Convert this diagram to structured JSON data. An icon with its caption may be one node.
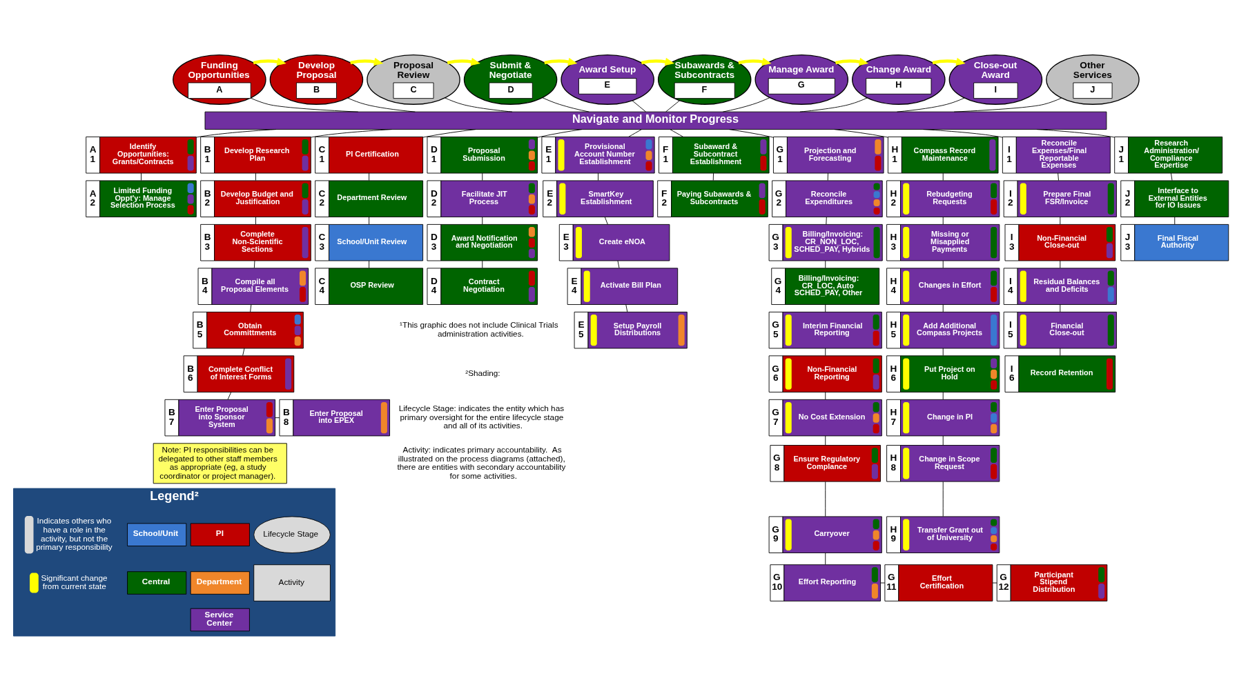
{
  "diagram": {
    "nodes": [
      {
        "text": [
          "Funding Opportunities",
          "A"
        ]
      },
      {
        "text": [
          "Develop Proposal",
          "B"
        ]
      },
      {
        "text": [
          "Proposal Review",
          "C"
        ]
      },
      {
        "text": [
          "Submit & Negotiate",
          "D"
        ]
      },
      {
        "text": [
          "Award Setup",
          "E"
        ]
      },
      {
        "text": [
          "Subawards & Subcontracts",
          "F"
        ]
      },
      {
        "text": [
          "Manage Award",
          "G"
        ]
      },
      {
        "text": [
          "Change Award",
          "H"
        ]
      },
      {
        "text": [
          "Close-out Award",
          "I"
        ]
      },
      {
        "text": [
          "Other Services",
          "J"
        ]
      },
      {
        "text": [
          "Navigate and Monitor Progress"
        ]
      },
      {
        "text": [
          "A 1",
          "Identify Opportunities: Grants/Contracts"
        ]
      },
      {
        "text": [
          "A 2",
          "Limited Funding Oppt'y: Manage Selection Process"
        ]
      },
      {
        "text": [
          "B 1",
          "Develop Research Plan"
        ]
      },
      {
        "text": [
          "B 2",
          "Develop Budget and Justification"
        ]
      },
      {
        "text": [
          "B 3",
          "Complete Non-Scientific Sections"
        ]
      },
      {
        "text": [
          "B 4",
          "Compile all Proposal Elements"
        ]
      },
      {
        "text": [
          "B 5",
          "Obtain Committments"
        ]
      },
      {
        "text": [
          "B 6",
          "Complete Conflict of Interest Forms"
        ]
      },
      {
        "text": [
          "B 7",
          "Enter Proposal into Sponsor System"
        ]
      },
      {
        "text": [
          "B 8",
          "Enter Proposal into EPEX"
        ]
      },
      {
        "text": [
          "C 1",
          "PI Certification"
        ]
      },
      {
        "text": [
          "C 2",
          "Department Review"
        ]
      },
      {
        "text": [
          "C 3",
          "School/Unit Review"
        ]
      },
      {
        "text": [
          "C 4",
          "OSP Review"
        ]
      },
      {
        "text": [
          "D 1",
          "Proposal Submission"
        ]
      },
      {
        "text": [
          "D 2",
          "Facilitate JIT Process"
        ]
      },
      {
        "text": [
          "D 3",
          "Award Notification and Negotiation"
        ]
      },
      {
        "text": [
          "D 4",
          "Contract Negotiation"
        ]
      },
      {
        "text": [
          "E 1",
          "Provisional Account Number Establishment"
        ]
      },
      {
        "text": [
          "E 2",
          "SmartKey Establishment"
        ]
      },
      {
        "text": [
          "E 3",
          "Create eNOA"
        ]
      },
      {
        "text": [
          "E 4",
          "Activate Bill Plan"
        ]
      },
      {
        "text": [
          "E 5",
          "Setup Payroll Distributions"
        ]
      },
      {
        "text": [
          "F 1",
          "Subaward & Subcontract Establishment"
        ]
      },
      {
        "text": [
          "F 2",
          "Paying Subawards & Subcontracts"
        ]
      },
      {
        "text": [
          "G 1",
          "Projection and Forecasting"
        ]
      },
      {
        "text": [
          "G 2",
          "Reconcile Expenditures"
        ]
      },
      {
        "text": [
          "G 3",
          "Billing/Invoicing: CR_NON_LOC, SCHED_PAY, Hybrids"
        ]
      },
      {
        "text": [
          "G 4",
          "Billing/Invoicing: CR_LOC, Auto SCHED_PAY, Other"
        ]
      },
      {
        "text": [
          "G 5",
          "Interim Financial Reporting"
        ]
      },
      {
        "text": [
          "G 6",
          "Non-Financial Reporting"
        ]
      },
      {
        "text": [
          "G 7",
          "No Cost Extension"
        ]
      },
      {
        "text": [
          "G 8",
          "Ensure Regulatory Complance"
        ]
      },
      {
        "text": [
          "G 9",
          "Carryover"
        ]
      },
      {
        "text": [
          "G 10",
          "Effort Reporting"
        ]
      },
      {
        "text": [
          "G 11",
          "Effort Certification"
        ]
      },
      {
        "text": [
          "G 12",
          "Participant Stipend Distribution"
        ]
      },
      {
        "text": [
          "H 1",
          "Compass Record Maintenance"
        ]
      },
      {
        "text": [
          "H 2",
          "Rebudgeting Requests"
        ]
      },
      {
        "text": [
          "H 3",
          "Missing or Misapplied Payments"
        ]
      },
      {
        "text": [
          "H 4",
          "Changes in Effort"
        ]
      },
      {
        "text": [
          "H 5",
          "Add Additional Compass Projects"
        ]
      },
      {
        "text": [
          "H 6",
          "Put Project on Hold"
        ]
      },
      {
        "text": [
          "H 7",
          "Change in PI"
        ]
      },
      {
        "text": [
          "H 8",
          "Change in Scope Request"
        ]
      },
      {
        "text": [
          "H 9",
          "Transfer Grant out of University"
        ]
      },
      {
        "text": [
          "I 1",
          "Reconcile Expenses/Final Reportable Expenses"
        ]
      },
      {
        "text": [
          "I 2",
          "Prepare Final FSR/Invoice"
        ]
      },
      {
        "text": [
          "I 3",
          "Non-Financial Close-out"
        ]
      },
      {
        "text": [
          "I 4",
          "Residual Balances and Deficits"
        ]
      },
      {
        "text": [
          "I 5",
          "Financial Close-out"
        ]
      },
      {
        "text": [
          "I 6",
          "Record Retention"
        ]
      },
      {
        "text": [
          "J 1",
          "Research Administration/ Compliance Expertise"
        ]
      },
      {
        "text": [
          "J 2",
          "Interface to External Entities for IO Issues"
        ]
      },
      {
        "text": [
          "J 3",
          "Final Fiscal Authority"
        ]
      },
      {
        "text": [
          "Legend²"
        ]
      }
    ],
    "edges": [
      {
        "from": 0,
        "to": 1,
        "arrow": "to",
        "style": "thick",
        "color": "#ffff00"
      },
      {
        "from": 1,
        "to": 2,
        "arrow": "to",
        "style": "thick",
        "color": "#ffff00"
      },
      {
        "from": 2,
        "to": 3,
        "arrow": "to",
        "style": "thick",
        "color": "#ffff00"
      },
      {
        "from": 3,
        "to": 4,
        "arrow": "to",
        "style": "thick",
        "color": "#ffff00"
      },
      {
        "from": 4,
        "to": 5,
        "arrow": "to",
        "style": "thick",
        "color": "#ffff00"
      },
      {
        "from": 5,
        "to": 6,
        "arrow": "to",
        "style": "thick",
        "color": "#ffff00"
      },
      {
        "from": 6,
        "to": 7,
        "arrow": "to",
        "style": "thick",
        "color": "#ffff00"
      },
      {
        "from": 7,
        "to": 8,
        "arrow": "to",
        "style": "thick",
        "color": "#ffff00"
      },
      {
        "from": 0,
        "to": 10,
        "arrow": "none"
      },
      {
        "from": 1,
        "to": 10,
        "arrow": "none"
      },
      {
        "from": 2,
        "to": 10,
        "arrow": "none"
      },
      {
        "from": 3,
        "to": 10,
        "arrow": "none"
      },
      {
        "from": 4,
        "to": 10,
        "arrow": "none"
      },
      {
        "from": 5,
        "to": 10,
        "arrow": "none"
      },
      {
        "from": 6,
        "to": 10,
        "arrow": "none"
      },
      {
        "from": 7,
        "to": 10,
        "arrow": "none"
      },
      {
        "from": 8,
        "to": 10,
        "arrow": "none"
      },
      {
        "from": 9,
        "to": 10,
        "arrow": "none"
      },
      {
        "from": 10,
        "to": 11,
        "arrow": "none"
      },
      {
        "from": 11,
        "to": 12,
        "arrow": "none"
      },
      {
        "from": 10,
        "to": 13,
        "arrow": "none"
      },
      {
        "from": 13,
        "to": 14,
        "arrow": "none"
      },
      {
        "from": 14,
        "to": 15,
        "arrow": "none"
      },
      {
        "from": 15,
        "to": 16,
        "arrow": "none"
      },
      {
        "from": 16,
        "to": 17,
        "arrow": "none"
      },
      {
        "from": 17,
        "to": 18,
        "arrow": "none"
      },
      {
        "from": 18,
        "to": 19,
        "arrow": "none"
      },
      {
        "from": 19,
        "to": 20,
        "arrow": "none"
      },
      {
        "from": 10,
        "to": 21,
        "arrow": "none"
      },
      {
        "from": 21,
        "to": 22,
        "arrow": "none"
      },
      {
        "from": 22,
        "to": 23,
        "arrow": "none"
      },
      {
        "from": 23,
        "to": 24,
        "arrow": "none"
      },
      {
        "from": 10,
        "to": 25,
        "arrow": "none"
      },
      {
        "from": 25,
        "to": 26,
        "arrow": "none"
      },
      {
        "from": 26,
        "to": 27,
        "arrow": "none"
      },
      {
        "from": 27,
        "to": 28,
        "arrow": "none"
      },
      {
        "from": 10,
        "to": 29,
        "arrow": "none"
      },
      {
        "from": 29,
        "to": 30,
        "arrow": "none"
      },
      {
        "from": 30,
        "to": 31,
        "arrow": "none"
      },
      {
        "from": 31,
        "to": 32,
        "arrow": "none"
      },
      {
        "from": 32,
        "to": 33,
        "arrow": "none"
      },
      {
        "from": 10,
        "to": 34,
        "arrow": "none"
      },
      {
        "from": 34,
        "to": 35,
        "arrow": "none"
      },
      {
        "from": 10,
        "to": 36,
        "arrow": "none"
      },
      {
        "from": 36,
        "to": 37,
        "arrow": "none"
      },
      {
        "from": 37,
        "to": 38,
        "arrow": "none"
      },
      {
        "from": 38,
        "to": 39,
        "arrow": "none"
      },
      {
        "from": 39,
        "to": 40,
        "arrow": "none"
      },
      {
        "from": 40,
        "to": 41,
        "arrow": "none"
      },
      {
        "from": 41,
        "to": 42,
        "arrow": "none"
      },
      {
        "from": 42,
        "to": 43,
        "arrow": "none"
      },
      {
        "from": 43,
        "to": 44,
        "arrow": "none"
      },
      {
        "from": 44,
        "to": 45,
        "arrow": "none"
      },
      {
        "from": 45,
        "to": 46,
        "arrow": "none"
      },
      {
        "from": 46,
        "to": 47,
        "arrow": "none"
      },
      {
        "from": 10,
        "to": 48,
        "arrow": "none"
      },
      {
        "from": 48,
        "to": 49,
        "arrow": "none"
      },
      {
        "from": 49,
        "to": 50,
        "arrow": "none"
      },
      {
        "from": 50,
        "to": 51,
        "arrow": "none"
      },
      {
        "from": 51,
        "to": 52,
        "arrow": "none"
      },
      {
        "from": 52,
        "to": 53,
        "arrow": "none"
      },
      {
        "from": 53,
        "to": 54,
        "arrow": "none"
      },
      {
        "from": 54,
        "to": 55,
        "arrow": "none"
      },
      {
        "from": 55,
        "to": 56,
        "arrow": "none"
      },
      {
        "from": 10,
        "to": 57,
        "arrow": "none"
      },
      {
        "from": 57,
        "to": 58,
        "arrow": "none"
      },
      {
        "from": 58,
        "to": 59,
        "arrow": "none"
      },
      {
        "from": 59,
        "to": 60,
        "arrow": "none"
      },
      {
        "from": 60,
        "to": 61,
        "arrow": "none"
      },
      {
        "from": 61,
        "to": 62,
        "arrow": "none"
      },
      {
        "from": 10,
        "to": 63,
        "arrow": "none"
      },
      {
        "from": 63,
        "to": 64,
        "arrow": "none"
      },
      {
        "from": 64,
        "to": 65,
        "arrow": "none"
      }
    ],
    "labels": [
      "Note: PI responsibilities can be delegated to other staff members as appropriate (eg, a study coordinator or project manager).",
      "¹This graphic does not include Clinical Trials administration activities.",
      "²Shading:",
      "Lifecycle Stage: indicates the entity which has primary oversight for the entire lifecycle stage and all of its activities.",
      "Activity: indicates primary accountability.  As illustrated on the process diagrams (attached), there are entities with secondary accountability for some activities."
    ],
    "legend": [
      {
        "text": "Lifecycle Stage"
      },
      {
        "text": "Activity"
      },
      {
        "text": "PI",
        "color": "#c00000"
      },
      {
        "text": "Department",
        "color": "#f0862a"
      },
      {
        "text": "Service Center",
        "color": "#7030a0"
      },
      {
        "text": "School/Unit",
        "color": "#3a78d0"
      },
      {
        "text": "Central",
        "color": "#006400"
      },
      {
        "text": "Indicates others who have a role in the activity, but not the primary responsibility"
      },
      {
        "text": "Significant change from current state"
      }
    ]
  }
}
